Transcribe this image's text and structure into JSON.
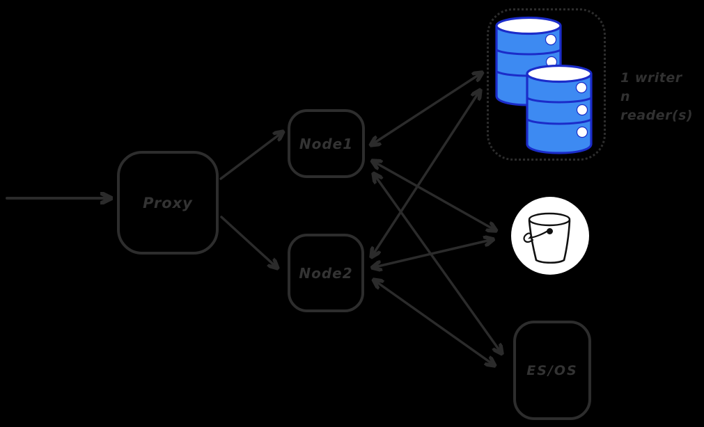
{
  "colors": {
    "background": "#000000",
    "ink": "#2d2d2d",
    "label_text": "#333333",
    "database_fill": "#3d8af2",
    "database_stroke": "#1b2cc9",
    "bucket_background": "#ffffff",
    "bucket_ink": "#111111"
  },
  "nodes": {
    "proxy": {
      "label": "Proxy"
    },
    "node1": {
      "label": "Node1"
    },
    "node2": {
      "label": "Node2"
    },
    "es_os": {
      "label": "ES/OS"
    },
    "db_cluster": {
      "caption_line1": "1 writer",
      "caption_line2": "n reader(s)",
      "cylinder_count": 2
    }
  },
  "icons": {
    "database": "database-cylinder-icon",
    "bucket": "bucket-icon"
  },
  "edges": [
    {
      "from": "external-input",
      "to": "proxy",
      "direction": "one-way"
    },
    {
      "from": "proxy",
      "to": "node1",
      "direction": "one-way"
    },
    {
      "from": "proxy",
      "to": "node2",
      "direction": "one-way"
    },
    {
      "from": "node1",
      "to": "db-cluster",
      "direction": "two-way"
    },
    {
      "from": "node2",
      "to": "db-cluster",
      "direction": "two-way"
    },
    {
      "from": "node1",
      "to": "bucket",
      "direction": "two-way"
    },
    {
      "from": "node2",
      "to": "bucket",
      "direction": "two-way"
    },
    {
      "from": "node1",
      "to": "es-os",
      "direction": "two-way"
    },
    {
      "from": "node2",
      "to": "es-os",
      "direction": "two-way"
    }
  ]
}
